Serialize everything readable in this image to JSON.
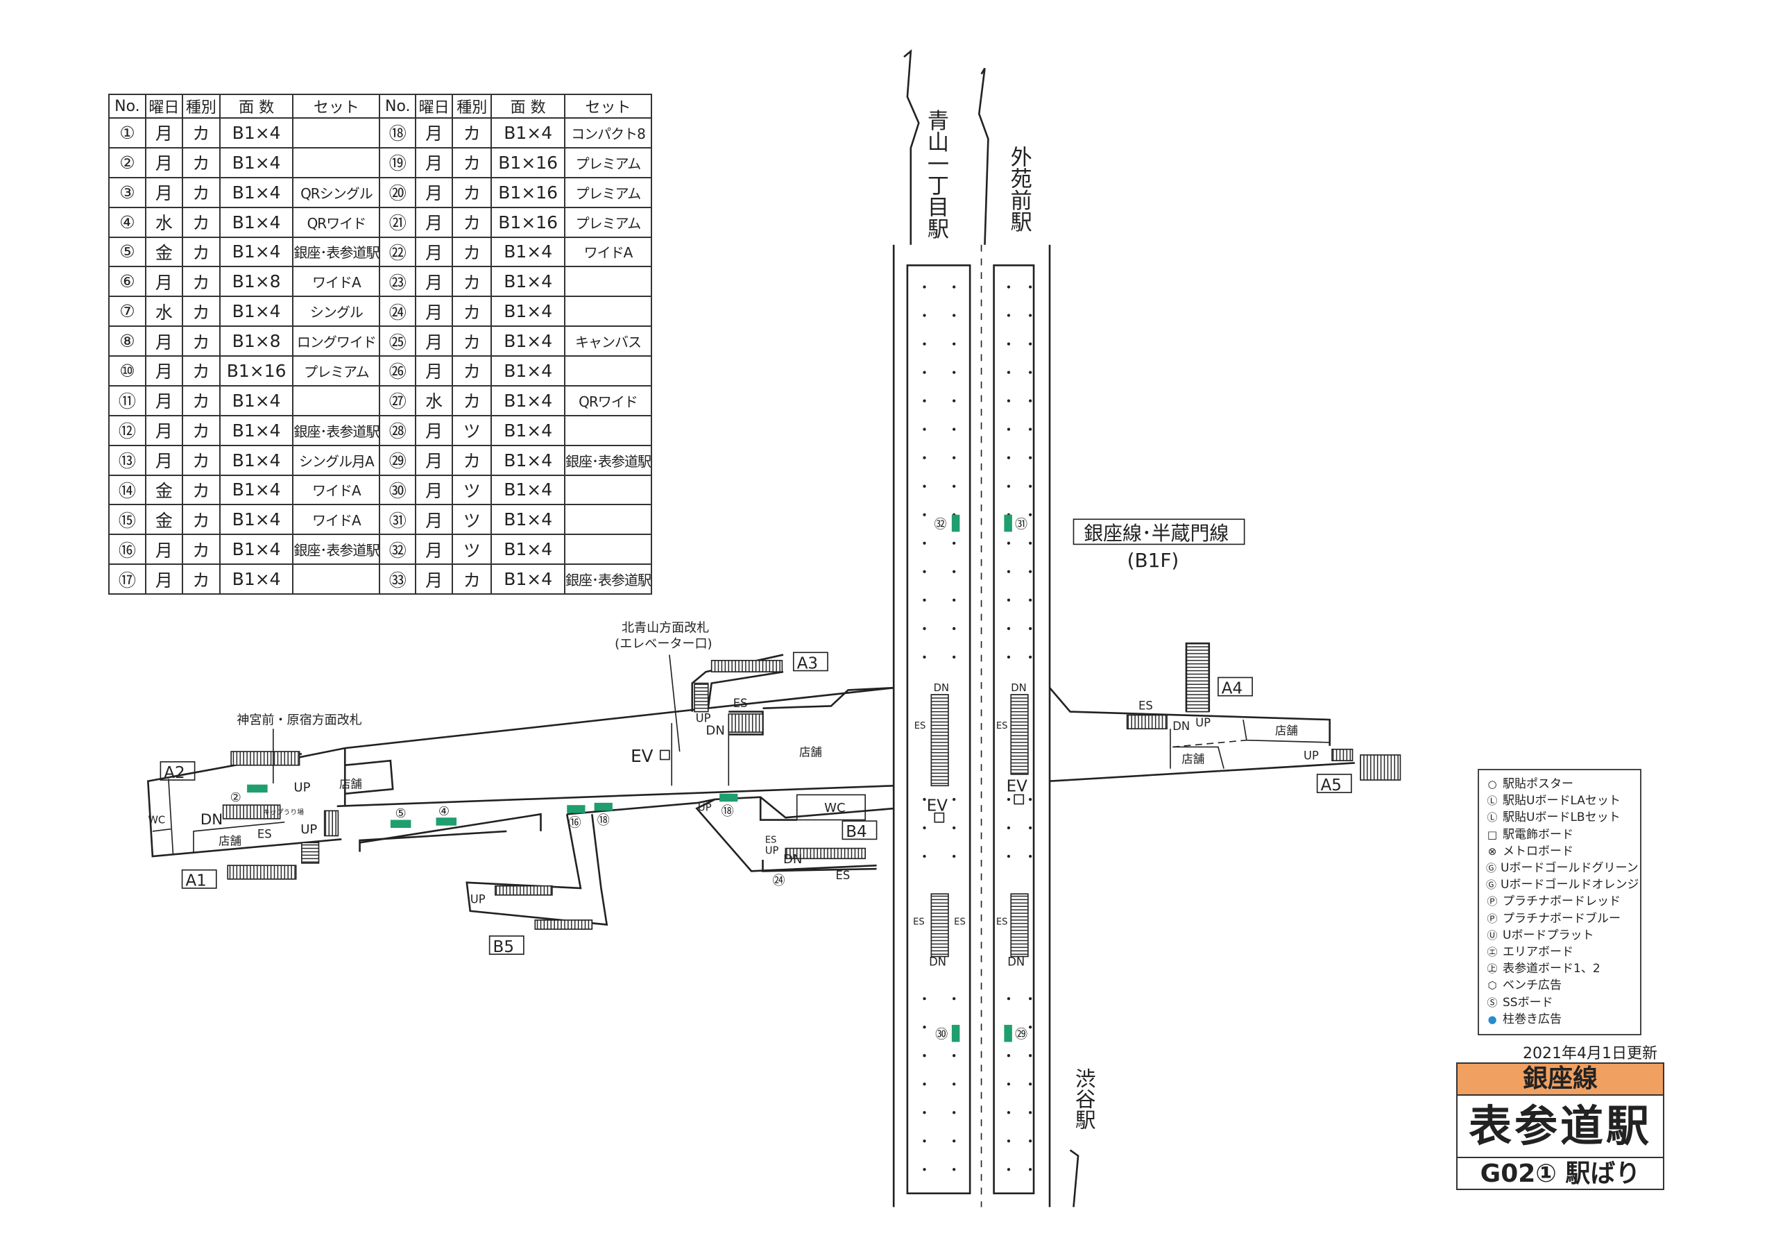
{
  "table": {
    "headers": [
      "No.",
      "曜日",
      "種別",
      "面 数",
      "セット",
      "No.",
      "曜日",
      "種別",
      "面 数",
      "セット"
    ],
    "rows": [
      [
        [
          "①",
          "月",
          "カ",
          "B1×4",
          ""
        ],
        [
          "⑱",
          "月",
          "カ",
          "B1×4",
          "コンパクト8"
        ]
      ],
      [
        [
          "②",
          "月",
          "カ",
          "B1×4",
          ""
        ],
        [
          "⑲",
          "月",
          "カ",
          "B1×16",
          "プレミアム"
        ]
      ],
      [
        [
          "③",
          "月",
          "カ",
          "B1×4",
          "QRシングル"
        ],
        [
          "⑳",
          "月",
          "カ",
          "B1×16",
          "プレミアム"
        ]
      ],
      [
        [
          "④",
          "水",
          "カ",
          "B1×4",
          "QRワイド"
        ],
        [
          "㉑",
          "月",
          "カ",
          "B1×16",
          "プレミアム"
        ]
      ],
      [
        [
          "⑤",
          "金",
          "カ",
          "B1×4",
          "銀座･表参道駅"
        ],
        [
          "㉒",
          "月",
          "カ",
          "B1×4",
          "ワイドA"
        ]
      ],
      [
        [
          "⑥",
          "月",
          "カ",
          "B1×8",
          "ワイドA"
        ],
        [
          "㉓",
          "月",
          "カ",
          "B1×4",
          ""
        ]
      ],
      [
        [
          "⑦",
          "水",
          "カ",
          "B1×4",
          "シングル"
        ],
        [
          "㉔",
          "月",
          "カ",
          "B1×4",
          ""
        ]
      ],
      [
        [
          "⑧",
          "月",
          "カ",
          "B1×8",
          "ロングワイド"
        ],
        [
          "㉕",
          "月",
          "カ",
          "B1×4",
          "キャンバス"
        ]
      ],
      [
        [
          "⑩",
          "月",
          "カ",
          "B1×16",
          "プレミアム"
        ],
        [
          "㉖",
          "月",
          "カ",
          "B1×4",
          ""
        ]
      ],
      [
        [
          "⑪",
          "月",
          "カ",
          "B1×4",
          ""
        ],
        [
          "㉗",
          "水",
          "カ",
          "B1×4",
          "QRワイド"
        ]
      ],
      [
        [
          "⑫",
          "月",
          "カ",
          "B1×4",
          "銀座･表参道駅"
        ],
        [
          "㉘",
          "月",
          "ツ",
          "B1×4",
          ""
        ]
      ],
      [
        [
          "⑬",
          "月",
          "カ",
          "B1×4",
          "シングル月A"
        ],
        [
          "㉙",
          "月",
          "カ",
          "B1×4",
          "銀座･表参道駅"
        ]
      ],
      [
        [
          "⑭",
          "金",
          "カ",
          "B1×4",
          "ワイドA"
        ],
        [
          "㉚",
          "月",
          "ツ",
          "B1×4",
          ""
        ]
      ],
      [
        [
          "⑮",
          "金",
          "カ",
          "B1×4",
          "ワイドA"
        ],
        [
          "㉛",
          "月",
          "ツ",
          "B1×4",
          ""
        ]
      ],
      [
        [
          "⑯",
          "月",
          "カ",
          "B1×4",
          "銀座･表参道駅"
        ],
        [
          "㉜",
          "月",
          "ツ",
          "B1×4",
          ""
        ]
      ],
      [
        [
          "⑰",
          "月",
          "カ",
          "B1×4",
          ""
        ],
        [
          "㉝",
          "月",
          "カ",
          "B1×4",
          "銀座･表参道駅"
        ]
      ]
    ]
  },
  "map": {
    "stations": {
      "north_left": "青山一丁目駅",
      "north_right": "外苑前駅",
      "south": "渋谷駅"
    },
    "line_label": "銀座線･半蔵門線",
    "floor_label": "(B1F)",
    "gates": {
      "west": "神宮前・原宿方面改札",
      "north": "北青山方面改札",
      "north_sub": "(エレベーター口)"
    },
    "exits": {
      "A1": "A1",
      "A2": "A2",
      "A3": "A3",
      "A4": "A4",
      "A5": "A5",
      "B4": "B4",
      "B5": "B5"
    },
    "shop": "店舗",
    "wc": "WC",
    "up": "UP",
    "dn": "DN",
    "es": "ES",
    "ev": "EV",
    "kippu": "キップうり場",
    "marker_color": "#1f9e6e",
    "markers": [
      "②",
      "⑤",
      "④",
      "⑯",
      "⑱",
      "⑱",
      "㉔",
      "㉜",
      "㉛",
      "㉚",
      "㉙"
    ]
  },
  "legend": [
    {
      "icon": "circle",
      "label": "駅貼ポスター"
    },
    {
      "icon": "LA",
      "label": "駅貼UボードLAセット"
    },
    {
      "icon": "LB",
      "label": "駅貼UボードLBセット"
    },
    {
      "icon": "square",
      "label": "駅電飾ボード"
    },
    {
      "icon": "metro-x",
      "label": "メトロボード"
    },
    {
      "icon": "G1",
      "label": "Uボードゴールドグリーン"
    },
    {
      "icon": "G2",
      "label": "Uボードゴールドオレンジ"
    },
    {
      "icon": "PR",
      "label": "プラチナボードレッド"
    },
    {
      "icon": "PB",
      "label": "プラチナボードブルー"
    },
    {
      "icon": "UP",
      "label": "Uボードプラット"
    },
    {
      "icon": "エ",
      "label": "エリアボード"
    },
    {
      "icon": "表",
      "label": "表参道ボード1、2"
    },
    {
      "icon": "hexagon",
      "label": "ベンチ広告"
    },
    {
      "icon": "S-box",
      "label": "SSボード"
    },
    {
      "icon": "blue-dot",
      "label": "柱巻き広告"
    }
  ],
  "updated": "2021年4月1日更新",
  "title_block": {
    "line": "銀座線",
    "station": "表参道駅",
    "code": "G02① 駅ばり",
    "line_color": "#f0a060"
  }
}
